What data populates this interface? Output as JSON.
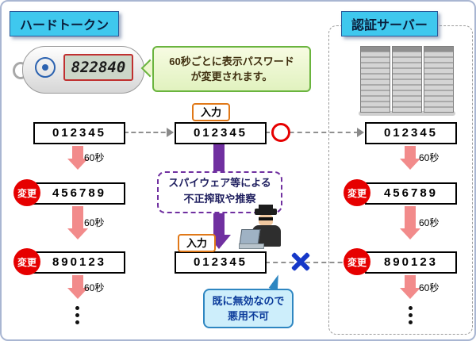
{
  "page": {
    "title_left": "ハードトークン",
    "title_right": "認証サーバー"
  },
  "token": {
    "lcd": "822840"
  },
  "bubble": {
    "line1": "60秒ごとに表示パスワード",
    "line2": "が変更されます。"
  },
  "labels": {
    "input": "入力",
    "change": "変更",
    "interval": "60秒"
  },
  "left": {
    "passwords": [
      "012345",
      "456789",
      "890123"
    ]
  },
  "middle": {
    "password_top": "012345",
    "password_bottom": "012345",
    "spyware_line1": "スパイウェア等による",
    "spyware_line2": "不正搾取や推察"
  },
  "right": {
    "passwords": [
      "012345",
      "456789",
      "890123"
    ]
  },
  "callout": {
    "line1": "既に無効なので",
    "line2": "悪用不可"
  },
  "colors": {
    "title_cyan": "#3fc8ee",
    "badge_red": "#e60000",
    "arrow_pink": "#f28b8b",
    "arrow_purple": "#7030a0",
    "x_blue": "#1638c8",
    "bubble_green": "#6ab43e",
    "callout_blue": "#2e86c1"
  }
}
